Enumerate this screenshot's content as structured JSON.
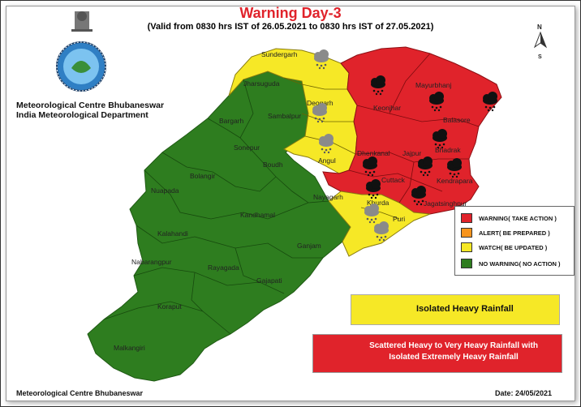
{
  "header": {
    "title": "Warning Day-3",
    "validity": "(Valid from 0830 hrs IST of 26.05.2021 to 0830 hrs IST of 27.05.2021)"
  },
  "organization": {
    "line1": "Meteorological Centre Bhubaneswar",
    "line2": "India Meteorological Department"
  },
  "compass": {
    "north": "N",
    "south": "S"
  },
  "districts": {
    "sundergarh": "Sundergarh",
    "jharsuguda": "Jharsuguda",
    "deogarh": "Deogarh",
    "sambalpur": "Sambalpur",
    "bargarh": "Bargarh",
    "angul": "Angul",
    "keonjhar": "Keonjhar",
    "mayurbhanj": "Mayurbhanj",
    "balasore": "Balasore",
    "bhadrak": "Bhadrak",
    "jajpur": "Jajpur",
    "dhenkanal": "Dhenkanal",
    "cuttack": "Cuttack",
    "kendrapara": "Kendrapara",
    "jagatsinghpur": "Jagatsinghpur",
    "khurda": "Khurda",
    "puri": "Puri",
    "nayagarh": "Nayagarh",
    "boudh": "Boudh",
    "sonepur": "Sonepur",
    "bolangir": "Bolangir",
    "nuapada": "Nuapada",
    "kalahandi": "Kalahandi",
    "kandhamal": "Kandhamal",
    "ganjam": "Ganjam",
    "gajapati": "Gajapati",
    "rayagada": "Rayagada",
    "nabarangpur": "Nabarangpur",
    "koraput": "Koraput",
    "malkangiri": "Malkangiri"
  },
  "legend": [
    {
      "label": "WARNING( TAKE ACTION )",
      "color": "#e0232b"
    },
    {
      "label": "ALERT( BE PREPARED )",
      "color": "#f7941d"
    },
    {
      "label": "WATCH( BE UPDATED )",
      "color": "#f6e826"
    },
    {
      "label": "NO WARNING( NO ACTION )",
      "color": "#2e7d1f"
    }
  ],
  "symbols": {
    "isolated": "Isolated Heavy Rainfall",
    "scattered_line1": "Scattered Heavy to Very Heavy Rainfall with",
    "scattered_line2": "Isolated Extremely Heavy Rainfall"
  },
  "footer": {
    "source": "Meteorological Centre Bhubaneswar",
    "date": "Date: 24/05/2021"
  },
  "colors": {
    "warning": "#e0232b",
    "watch": "#f6e826",
    "no_warning": "#2e7d1f",
    "title": "#e0232b"
  }
}
